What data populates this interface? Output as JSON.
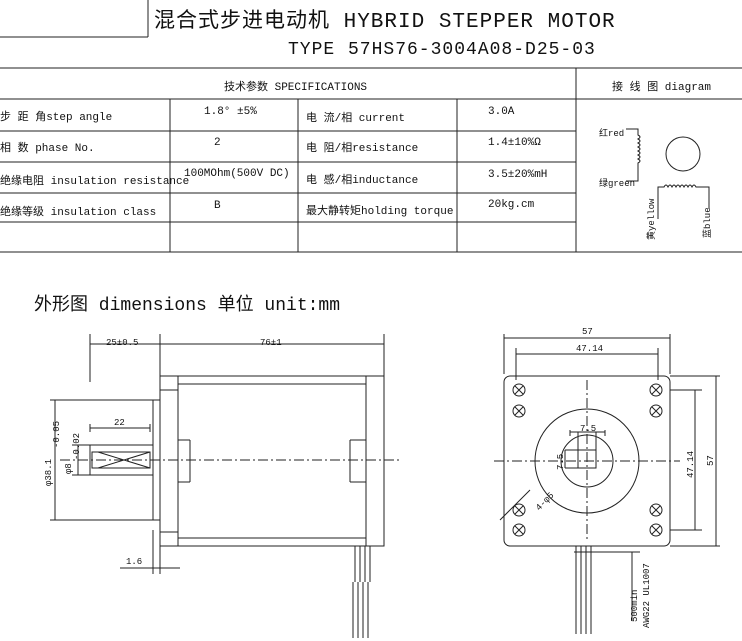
{
  "header": {
    "title": "混合式步进电动机  HYBRID STEPPER MOTOR",
    "type_label": "TYPE",
    "model": "57HS76-3004A08-D25-03"
  },
  "spec_table": {
    "header": "技术参数 SPECIFICATIONS",
    "diagram_header": "接  线  图 diagram",
    "rows": [
      {
        "label": "步 距 角step angle",
        "value": "1.8° ±5%",
        "label2": "电 流/相 current",
        "value2": "3.0A"
      },
      {
        "label": "相    数 phase No.",
        "value": "2",
        "label2": "电 阻/相resistance",
        "value2": "1.4±10%Ω"
      },
      {
        "label": "绝缘电阻 insulation resistance",
        "value": "100MOhm(500V DC)",
        "label2": "电 感/相inductance",
        "value2": "3.5±20%mH"
      },
      {
        "label": "绝缘等级 insulation class",
        "value": "B",
        "label2": "最大静转矩holding torque",
        "value2": "20kg.cm"
      }
    ],
    "wiring": {
      "red": "红red",
      "green": "绿green",
      "yellow": "黄yellow",
      "blue": "蓝blue"
    }
  },
  "dimensions": {
    "title": "外形图 dimensions  单位 unit:mm",
    "side": {
      "shaft_length": "25±0.5",
      "body_length": "76±1",
      "flat_length": "22",
      "pilot_dia": "φ38.1",
      "pilot_tol": "-0.05",
      "shaft_dia": "φ8",
      "shaft_tol": "-0.02",
      "pilot_height": "1.6"
    },
    "front": {
      "outer": "57",
      "hole_spacing": "47.14",
      "flat": "7.5",
      "flat2": "7.5",
      "hole_dia": "4-φ5",
      "lead": "500min",
      "awg": "AWG22 UL1007",
      "side_outer": "57",
      "side_spacing": "47.14"
    }
  }
}
